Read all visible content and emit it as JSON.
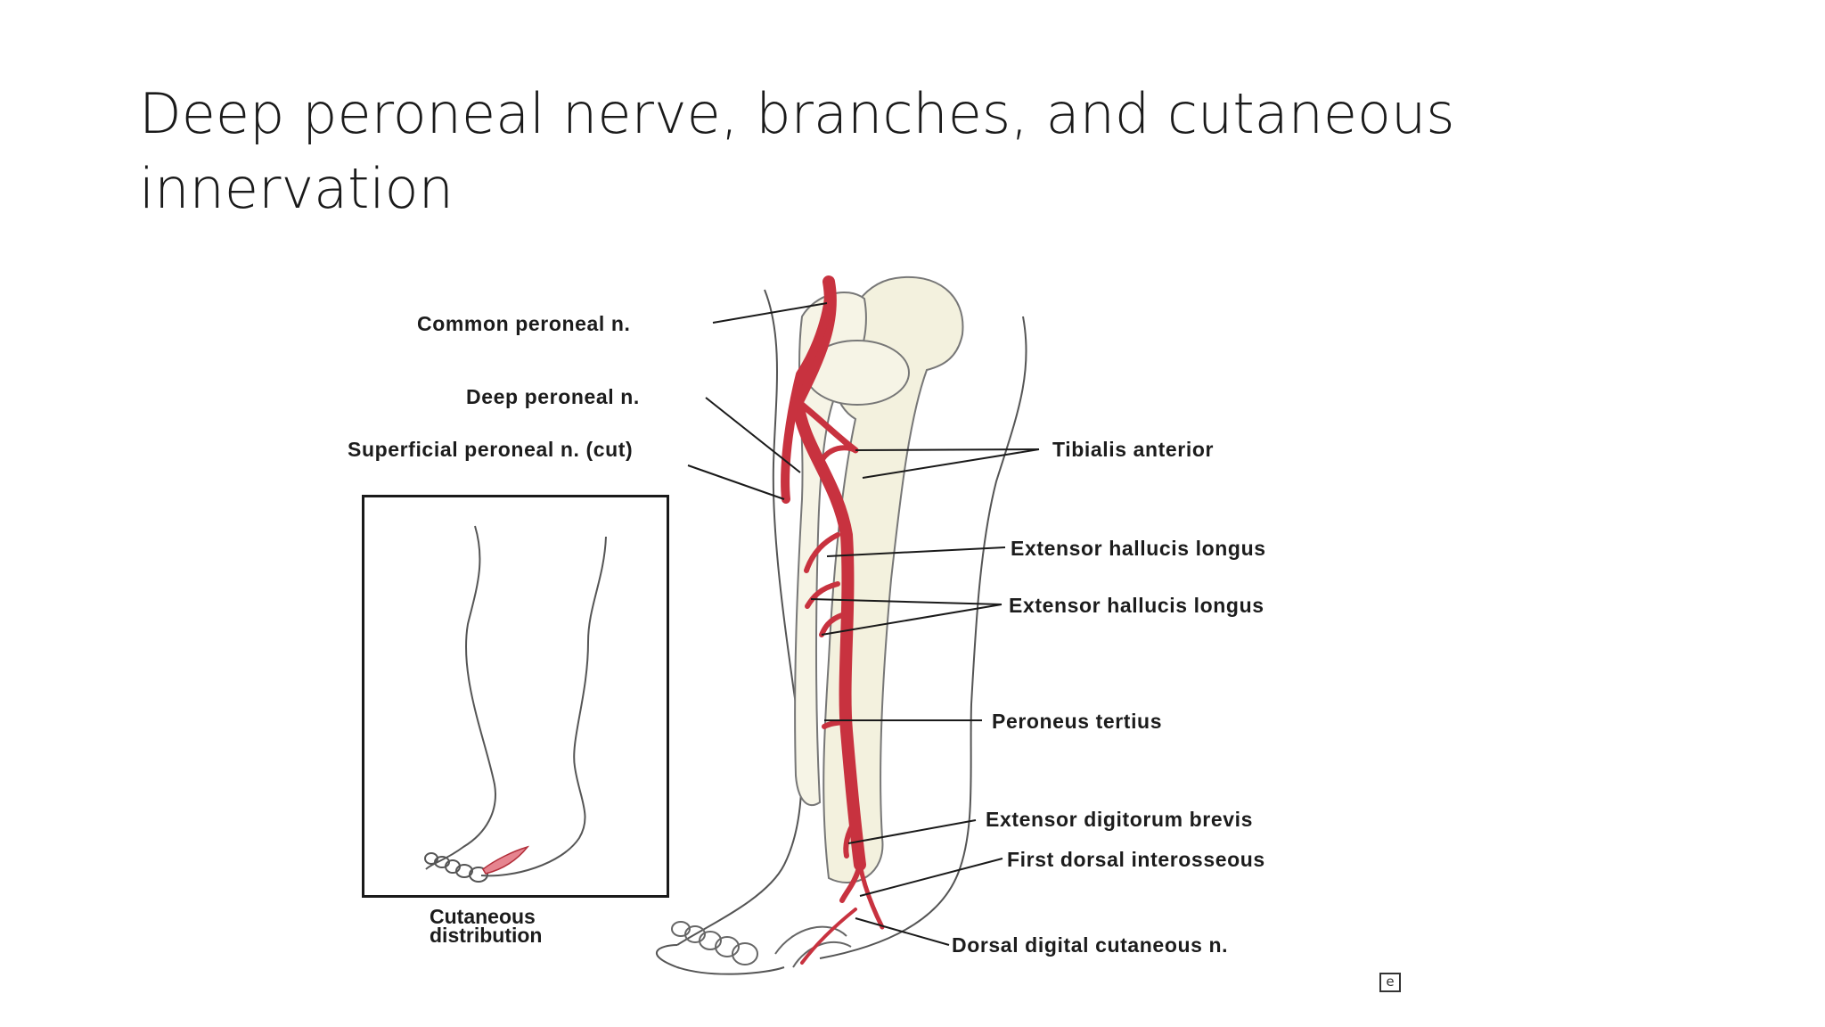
{
  "slide": {
    "title_line1": "Deep peroneal nerve, branches, and cutaneous",
    "title_line2": "innervation"
  },
  "figure": {
    "labels": {
      "common_peroneal": "Common peroneal n.",
      "deep_peroneal": "Deep peroneal n.",
      "superficial_peroneal": "Superficial peroneal n. (cut)",
      "tibialis_anterior": "Tibialis anterior",
      "ehl_1": "Extensor hallucis longus",
      "ehl_2": "Extensor hallucis longus",
      "peroneus_tertius": "Peroneus tertius",
      "edb": "Extensor digitorum brevis",
      "first_dorsal_interosseous": "First dorsal interosseous",
      "dorsal_digital_cutaneous": "Dorsal digital cutaneous n."
    },
    "inset_caption_line1": "Cutaneous",
    "inset_caption_line2": "distribution",
    "watermark_glyph": "e"
  },
  "colors": {
    "nerve": "#c8323f",
    "nerve_dark": "#8e1c26",
    "bone_fill": "#f3f1de",
    "outline": "#3a3a3a",
    "background": "#ffffff"
  }
}
